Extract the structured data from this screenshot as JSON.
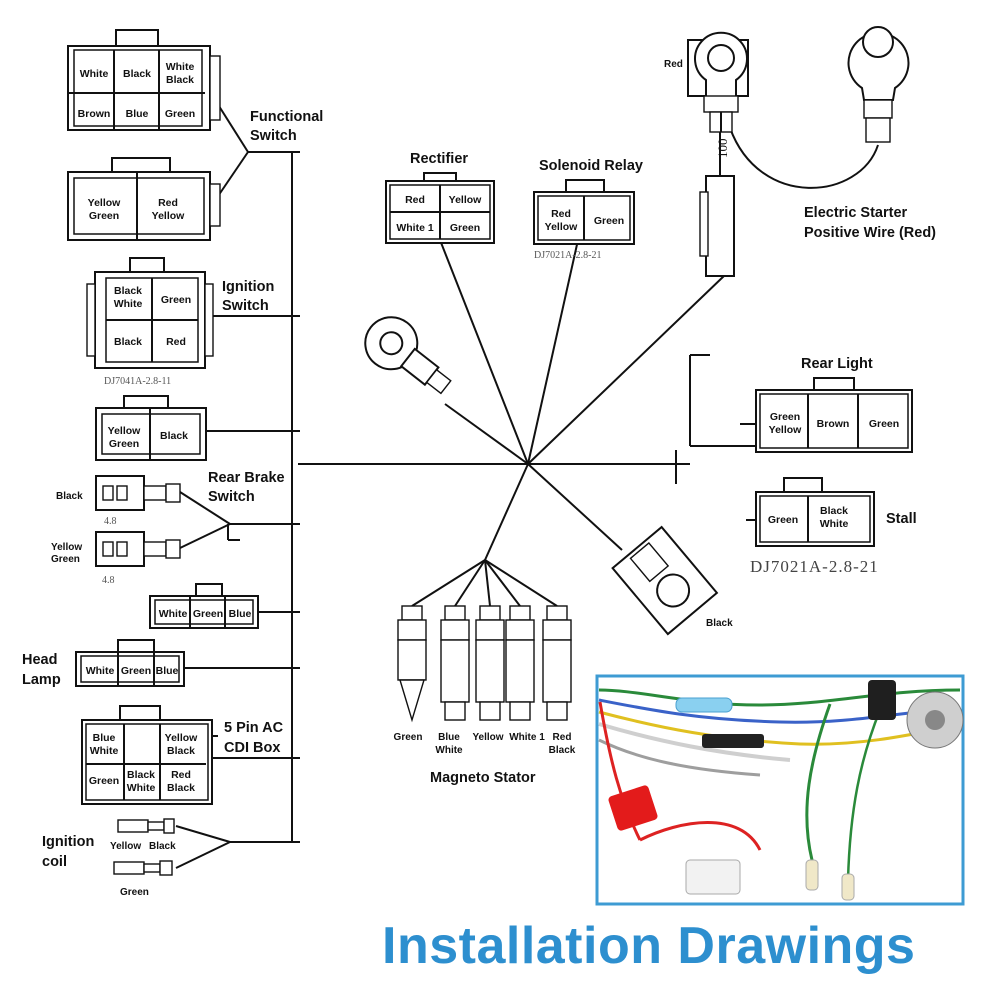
{
  "colors": {
    "banner": "#2d8fcf",
    "photo_frame": "#3e9bd3",
    "line": "#111111"
  },
  "banner": {
    "title": "Installation Drawings"
  },
  "functional_switch": {
    "label_line1": "Functional",
    "label_line2": "Switch",
    "conn1": {
      "r1c1": "White",
      "r1c2": "Black",
      "r1c3a": "White",
      "r1c3b": "Black",
      "r2c1": "Brown",
      "r2c2": "Blue",
      "r2c3": "Green"
    },
    "conn2": {
      "c1a": "Yellow",
      "c1b": "Green",
      "c2a": "Red",
      "c2b": "Yellow"
    }
  },
  "ignition_switch": {
    "label_line1": "Ignition",
    "label_line2": "Switch",
    "r1c1a": "Black",
    "r1c1b": "White",
    "r1c2": "Green",
    "r2c1": "Black",
    "r2c2": "Red",
    "code": "DJ7041A-2.8-11"
  },
  "yellow_green_black": {
    "c1a": "Yellow",
    "c1b": "Green",
    "c2": "Black"
  },
  "rear_brake": {
    "label_line1": "Rear Brake",
    "label_line2": "Switch",
    "wire1": "Black",
    "wire2a": "Yellow",
    "wire2b": "Green",
    "size1": "4.8",
    "size2": "4.8"
  },
  "three_pin": {
    "c1": "White",
    "c2": "Green",
    "c3": "Blue"
  },
  "head_lamp": {
    "label_line1": "Head",
    "label_line2": "Lamp",
    "c1": "White",
    "c2": "Green",
    "c3": "Blue"
  },
  "cdi": {
    "label_line1": "5 Pin AC",
    "label_line2": "CDI Box",
    "r1c1a": "Blue",
    "r1c1b": "White",
    "r1c3a": "Yellow",
    "r1c3b": "Black",
    "r2c1": "Green",
    "r2c2a": "Black",
    "r2c2b": "White",
    "r2c3a": "Red",
    "r2c3b": "Black"
  },
  "ignition_coil": {
    "label_line1": "Ignition",
    "label_line2": "coil",
    "wire1": "Yellow",
    "wire2": "Black",
    "wire3": "Green"
  },
  "rectifier": {
    "label": "Rectifier",
    "r1c1": "Red",
    "r1c2": "Yellow",
    "r2c1": "White 1",
    "r2c2": "Green"
  },
  "solenoid": {
    "label": "Solenoid Relay",
    "c1a": "Red",
    "c1b": "Yellow",
    "c2": "Green",
    "code": "DJ7021A-2.8-21"
  },
  "starter": {
    "wire_color": "Red",
    "label_line1": "Electric Starter",
    "label_line2": "Positive Wire (Red)",
    "fuse_text": "100"
  },
  "rear_light": {
    "label": "Rear Light",
    "c1a": "Green",
    "c1b": "Yellow",
    "c2": "Brown",
    "c3": "Green"
  },
  "stall": {
    "label": "Stall",
    "c1": "Green",
    "c2a": "Black",
    "c2b": "White",
    "code": "DJ7021A-2.8-21"
  },
  "ground_terminal": {
    "label": "Black"
  },
  "magneto": {
    "label": "Magneto Stator",
    "wires": [
      {
        "a": "Green",
        "b": ""
      },
      {
        "a": "Blue",
        "b": "White"
      },
      {
        "a": "Yellow",
        "b": ""
      },
      {
        "a": "White 1",
        "b": ""
      },
      {
        "a": "Red",
        "b": "Black"
      }
    ]
  }
}
